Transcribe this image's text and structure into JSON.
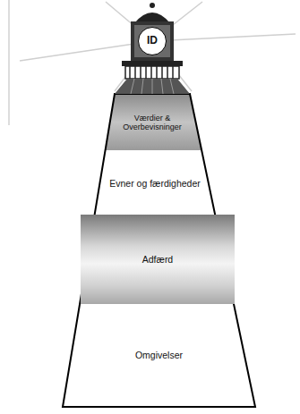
{
  "diagram": {
    "nodes": [
      {
        "text": [
          "ID"
        ]
      },
      {
        "text": [
          "Værdier & Overbevisninger"
        ]
      },
      {
        "text": [
          "Evner og færdigheder"
        ]
      },
      {
        "text": [
          "Adfærd"
        ]
      },
      {
        "text": [
          "Omgivelser"
        ]
      }
    ]
  }
}
